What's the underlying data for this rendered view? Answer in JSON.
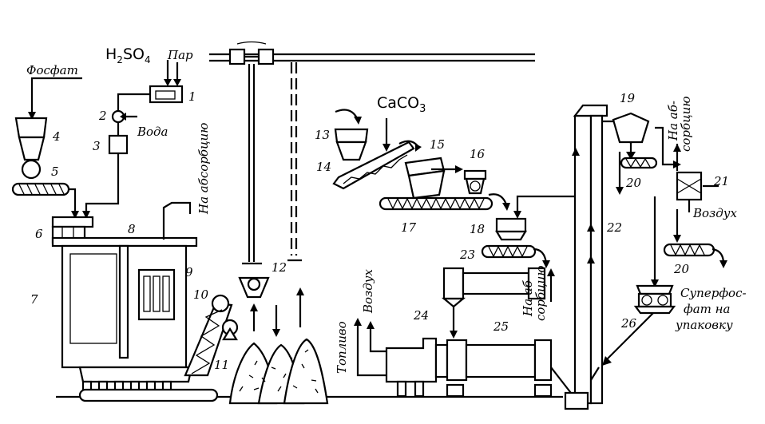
{
  "inputs": {
    "phosphate": "Фосфат",
    "acid": "H",
    "acid_sub1": "2",
    "acid_mid": "SO",
    "acid_sub2": "4",
    "steam": "Пар",
    "water": "Вода",
    "caco3": "CaCO",
    "caco3_sub": "3",
    "fuel": "Топливо",
    "air_furnace": "Воздух",
    "air_21": "Воздух"
  },
  "outputs": {
    "to_absorption_1": "На абсорбцию",
    "to_absorption_2a": "На аб-",
    "to_absorption_2b": "сорбцию",
    "to_absorption_3a": "На аб-",
    "to_absorption_3b": "сорбцию",
    "product_1": "Суперфос-",
    "product_2": "фат на",
    "product_3": "упаковку"
  },
  "numbers": [
    "1",
    "2",
    "3",
    "4",
    "5",
    "6",
    "7",
    "8",
    "9",
    "10",
    "11",
    "12",
    "13",
    "14",
    "15",
    "16",
    "17",
    "18",
    "19",
    "20",
    "20",
    "21",
    "22",
    "23",
    "24",
    "25",
    "26"
  ]
}
